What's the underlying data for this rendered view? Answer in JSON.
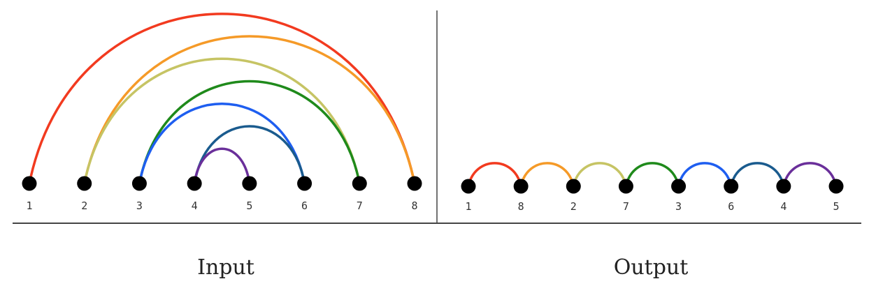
{
  "input": {
    "caption": "Input",
    "nodes": [
      {
        "label": "1"
      },
      {
        "label": "2"
      },
      {
        "label": "3"
      },
      {
        "label": "4"
      },
      {
        "label": "5"
      },
      {
        "label": "6"
      },
      {
        "label": "7"
      },
      {
        "label": "8"
      }
    ],
    "arcs": [
      {
        "from": "1",
        "to": "8",
        "color": "#f23a1f"
      },
      {
        "from": "2",
        "to": "8",
        "color": "#f59a28"
      },
      {
        "from": "2",
        "to": "7",
        "color": "#c6c464"
      },
      {
        "from": "3",
        "to": "7",
        "color": "#1f8a1b"
      },
      {
        "from": "3",
        "to": "6",
        "color": "#1e5ef0"
      },
      {
        "from": "4",
        "to": "6",
        "color": "#1a5b8e"
      },
      {
        "from": "4",
        "to": "5",
        "color": "#6a2f9a"
      }
    ]
  },
  "output": {
    "caption": "Output",
    "nodes": [
      {
        "label": "1"
      },
      {
        "label": "8"
      },
      {
        "label": "2"
      },
      {
        "label": "7"
      },
      {
        "label": "3"
      },
      {
        "label": "6"
      },
      {
        "label": "4"
      },
      {
        "label": "5"
      }
    ],
    "arcs": [
      {
        "from": "1",
        "to": "8",
        "color": "#f23a1f"
      },
      {
        "from": "8",
        "to": "2",
        "color": "#f59a28"
      },
      {
        "from": "2",
        "to": "7",
        "color": "#c6c464"
      },
      {
        "from": "7",
        "to": "3",
        "color": "#1f8a1b"
      },
      {
        "from": "3",
        "to": "6",
        "color": "#1e5ef0"
      },
      {
        "from": "6",
        "to": "4",
        "color": "#1a5b8e"
      },
      {
        "from": "4",
        "to": "5",
        "color": "#6a2f9a"
      }
    ]
  }
}
